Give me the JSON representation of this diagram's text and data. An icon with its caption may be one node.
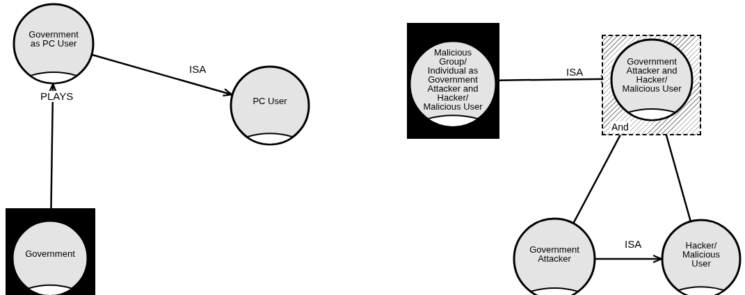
{
  "diagram": {
    "nodes": [
      {
        "text": [
          "Government as PC User"
        ]
      },
      {
        "text": [
          "PC User"
        ]
      },
      {
        "text": [
          "Government"
        ]
      },
      {
        "text": [
          "Malicious Group/ Individual as Government Attacker and Hacker/ Malicious User"
        ]
      },
      {
        "text": [
          "And"
        ]
      },
      {
        "text": [
          "Government Attacker and Hacker/ Malicious User"
        ],
        "in": 4
      },
      {
        "text": [
          "Government Attacker"
        ]
      },
      {
        "text": [
          "Hacker/ Malicious User"
        ]
      }
    ],
    "edges": [
      {
        "from": 0,
        "to": 1,
        "arrow": "to",
        "label": "ISA"
      },
      {
        "from": 2,
        "to": 0,
        "arrow": "to",
        "label": "PLAYS"
      },
      {
        "from": 3,
        "to": 5,
        "arrow": "to",
        "label": "ISA"
      },
      {
        "from": 6,
        "to": 5,
        "arrow": "to"
      },
      {
        "from": 7,
        "to": 5,
        "arrow": "to"
      },
      {
        "from": 6,
        "to": 7,
        "arrow": "to",
        "label": "ISA"
      }
    ]
  }
}
